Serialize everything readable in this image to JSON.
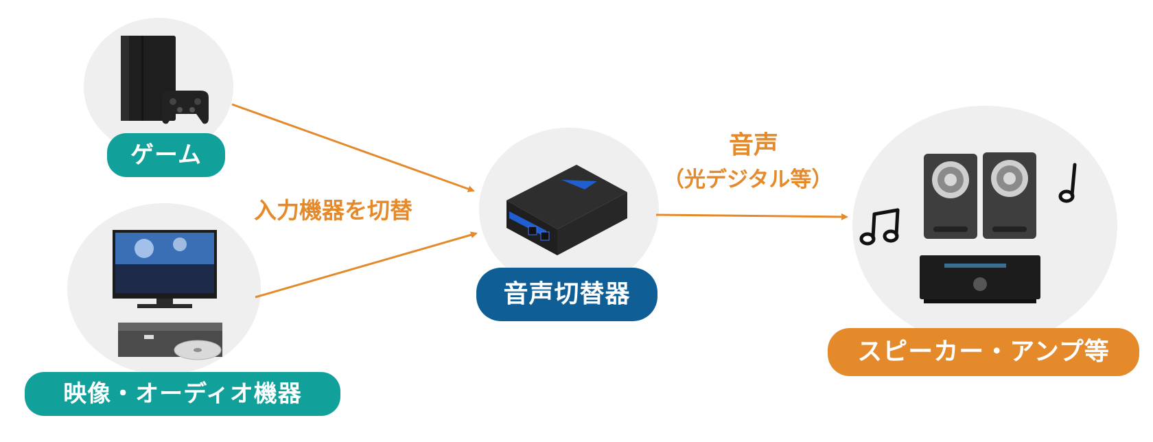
{
  "colors": {
    "teal": "#12a09b",
    "navy": "#0f5e95",
    "orange": "#e48a2a",
    "circle": "#efefef"
  },
  "nodes": {
    "game": {
      "label": "ゲーム",
      "icon": "game-console-icon"
    },
    "av": {
      "label": "映像・オーディオ機器",
      "icon": "tv-and-disc-player-icon"
    },
    "switcher": {
      "label": "音声切替器",
      "icon": "audio-switcher-icon"
    },
    "speaker": {
      "label": "スピーカー・アンプ等",
      "icon": "speakers-and-amplifier-icon"
    }
  },
  "edges": {
    "input_label": "入力機器を切替",
    "output_label_main": "音声",
    "output_label_sub": "（光デジタル等）"
  }
}
